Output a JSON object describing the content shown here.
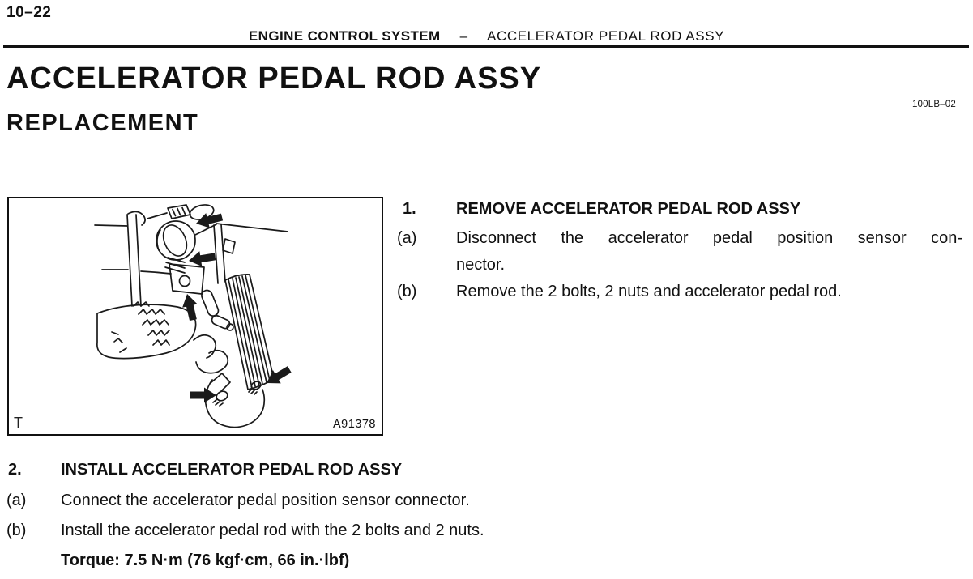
{
  "colors": {
    "ink": "#111111",
    "paper": "#ffffff"
  },
  "page_number": "10–22",
  "header": {
    "section_title": "ENGINE CONTROL SYSTEM",
    "separator": "–",
    "page_title": "ACCELERATOR PEDAL ROD ASSY"
  },
  "title": "ACCELERATOR PEDAL ROD ASSY",
  "doc_code": "100LB–02",
  "subtitle": "REPLACEMENT",
  "figure": {
    "corner_label": "T",
    "figure_id": "A91378"
  },
  "steps": [
    {
      "number": "1.",
      "heading": "REMOVE ACCELERATOR PEDAL ROD ASSY",
      "items": [
        {
          "label": "(a)",
          "lines": [
            "Disconnect the accelerator pedal position sensor con-",
            "nector."
          ]
        },
        {
          "label": "(b)",
          "lines": [
            "Remove the 2 bolts, 2 nuts and accelerator pedal rod."
          ]
        }
      ]
    },
    {
      "number": "2.",
      "heading": "INSTALL ACCELERATOR PEDAL ROD ASSY",
      "items": [
        {
          "label": "(a)",
          "lines": [
            "Connect the accelerator pedal position sensor connector."
          ]
        },
        {
          "label": "(b)",
          "lines": [
            "Install the accelerator pedal rod with the 2 bolts and 2 nuts."
          ],
          "torque": "Torque: 7.5 N·m (76 kgf·cm, 66 in.·lbf)"
        }
      ]
    }
  ]
}
